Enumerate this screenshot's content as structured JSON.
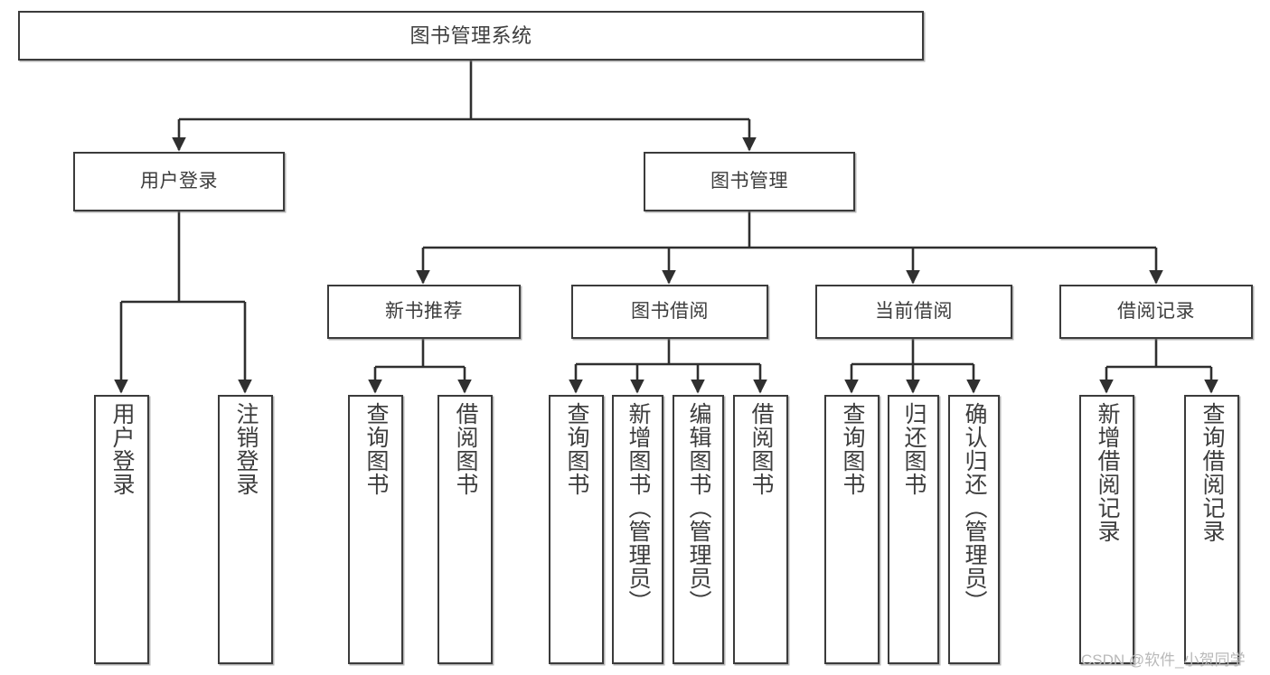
{
  "diagram": {
    "title": "图书管理系统",
    "type": "tree-hierarchy-chart",
    "orientation": "top-down",
    "colors": {
      "node_border": "#3b3b3b",
      "node_fill": "#ffffff",
      "edge": "#2f2f2f",
      "text": "#3d3d3d",
      "watermark": "#b9b9b9",
      "background": "#ffffff"
    }
  },
  "watermark": {
    "text": "CSDN @软件_小贺同学"
  },
  "nodes": {
    "root": {
      "label": "图书管理系统"
    },
    "level2": [
      {
        "id": "user-login",
        "label": "用户登录"
      },
      {
        "id": "book-manage",
        "label": "图书管理"
      }
    ],
    "level3": [
      {
        "id": "new-book-recommend",
        "label": "新书推荐"
      },
      {
        "id": "book-borrow",
        "label": "图书借阅"
      },
      {
        "id": "current-borrow",
        "label": "当前借阅"
      },
      {
        "id": "borrow-record",
        "label": "借阅记录"
      }
    ],
    "leaves": {
      "user_login": [
        {
          "id": "leaf-user-login",
          "label": "用户登录"
        },
        {
          "id": "leaf-logout-login",
          "label": "注销登录"
        }
      ],
      "new_book_recommend": [
        {
          "id": "leaf-query-book-1",
          "label": "查询图书"
        },
        {
          "id": "leaf-borrow-book-1",
          "label": "借阅图书"
        }
      ],
      "book_borrow": [
        {
          "id": "leaf-query-book-2",
          "label": "查询图书"
        },
        {
          "id": "leaf-add-book",
          "label": "新增图书（管理员）"
        },
        {
          "id": "leaf-edit-book",
          "label": "编辑图书（管理员）"
        },
        {
          "id": "leaf-borrow-book-2",
          "label": "借阅图书"
        }
      ],
      "current_borrow": [
        {
          "id": "leaf-query-book-3",
          "label": "查询图书"
        },
        {
          "id": "leaf-return-book",
          "label": "归还图书"
        },
        {
          "id": "leaf-confirm-return",
          "label": "确认归还（管理员）"
        }
      ],
      "borrow_record": [
        {
          "id": "leaf-add-record",
          "label": "新增借阅记录"
        },
        {
          "id": "leaf-query-record",
          "label": "查询借阅记录"
        }
      ]
    }
  }
}
